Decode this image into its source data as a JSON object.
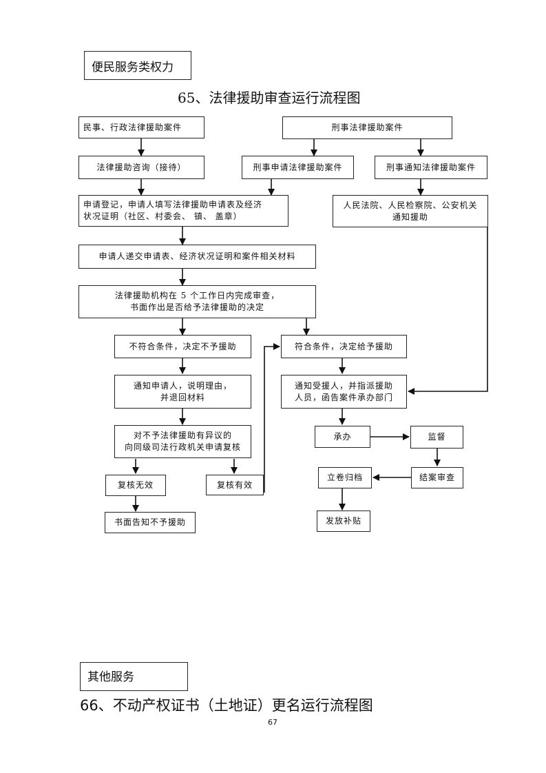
{
  "header": {
    "section_label": "便民服务类权力",
    "chart_title": "65、法律援助审查运行流程图"
  },
  "flow": {
    "nodes": {
      "civil_admin": "民事、行政法律援助案件",
      "criminal": "刑事法律援助案件",
      "consult": "法律援助咨询（接待）",
      "criminal_apply": "刑事申请法律援助案件",
      "criminal_notify": "刑事通知法律援助案件",
      "register": "申请登记，申请人填写法律援助申请表及经济\n状况证明（社区、村委会、 镇、 盖章）",
      "court_notify": "人民法院、人民检察院、公安机关\n通知援助",
      "submit": "申请人递交申请表、经济状况证明和案件相关材料",
      "review": "法律援助机构在 5 个工作日内完成审查，\n书面作出是否给予法律援助的决定",
      "reject": "不符合条件，决定不予援助",
      "approve": "符合条件，决定给予援助",
      "notify_applicant": "通知申请人，说明理由，\n并退回材料",
      "notify_recipient": "通知受援人，并指派援助\n人员，函告案件承办部门",
      "appeal": "对不予法律援助有异议的\n向同级司法行政机关申请复核",
      "handle": "承办",
      "supervise": "监督",
      "review_invalid": "复核无效",
      "review_valid": "复核有效",
      "archive": "立卷归档",
      "close_review": "结案审查",
      "written_notice": "书面告知不予援助",
      "subsidy": "发放补贴"
    }
  },
  "footer": {
    "section_label": "其他服务",
    "next_title": "66、不动产权证书（土地证）更名运行流程图",
    "page_number": "67"
  }
}
